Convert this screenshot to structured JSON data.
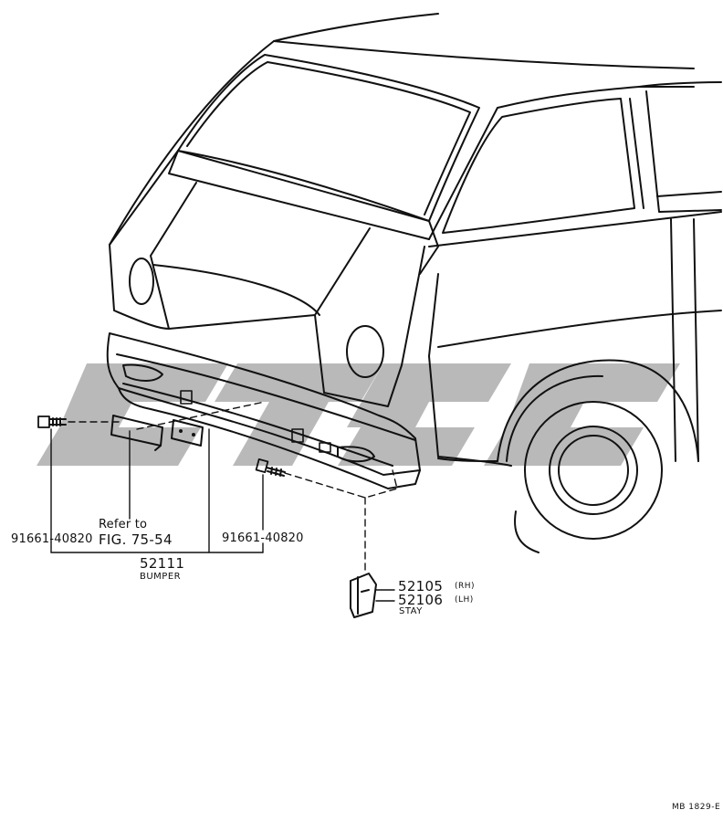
{
  "watermark": {
    "text": "CMS",
    "color": "#b9b9b9"
  },
  "colors": {
    "ink": "#111111",
    "paper": "#ffffff"
  },
  "callouts": {
    "bolt_left": "91661-40820",
    "bolt_right": "91661-40820",
    "refer_line1": "Refer to",
    "refer_line2": "FIG. 75-54",
    "bumper_number": "52111",
    "bumper_name": "BUMPER",
    "stay_rh_number": "52105",
    "stay_rh_side": "(RH)",
    "stay_lh_number": "52106",
    "stay_lh_side": "(LH)",
    "stay_name": "STAY"
  },
  "footer": {
    "code": "MB 1829-E"
  }
}
